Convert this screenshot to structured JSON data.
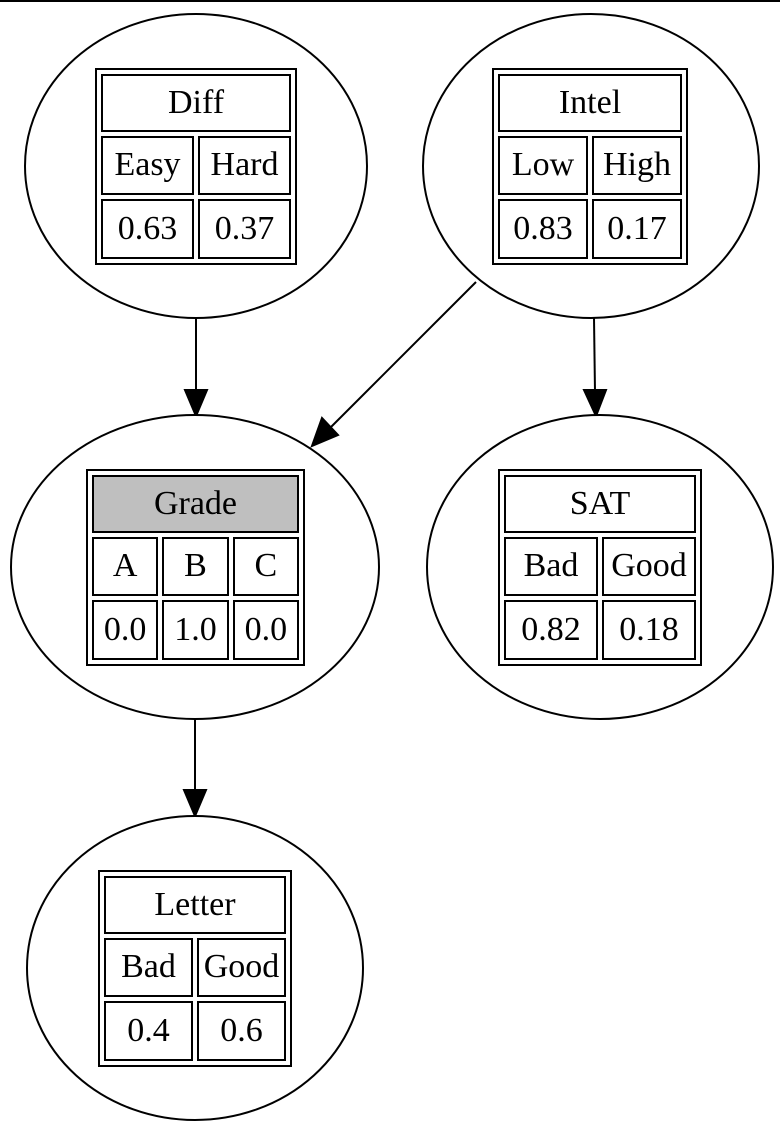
{
  "nodes": {
    "diff": {
      "title": "Diff",
      "states": [
        "Easy",
        "Hard"
      ],
      "probs": [
        "0.63",
        "0.37"
      ]
    },
    "intel": {
      "title": "Intel",
      "states": [
        "Low",
        "High"
      ],
      "probs": [
        "0.83",
        "0.17"
      ]
    },
    "grade": {
      "title": "Grade",
      "states": [
        "A",
        "B",
        "C"
      ],
      "probs": [
        "0.0",
        "1.0",
        "0.0"
      ],
      "observed": true,
      "observed_color": "#bfbfbf"
    },
    "sat": {
      "title": "SAT",
      "states": [
        "Bad",
        "Good"
      ],
      "probs": [
        "0.82",
        "0.18"
      ]
    },
    "letter": {
      "title": "Letter",
      "states": [
        "Bad",
        "Good"
      ],
      "probs": [
        "0.4",
        "0.6"
      ]
    }
  },
  "edges": [
    {
      "from": "diff",
      "to": "grade"
    },
    {
      "from": "intel",
      "to": "grade"
    },
    {
      "from": "intel",
      "to": "sat"
    },
    {
      "from": "grade",
      "to": "letter"
    }
  ]
}
